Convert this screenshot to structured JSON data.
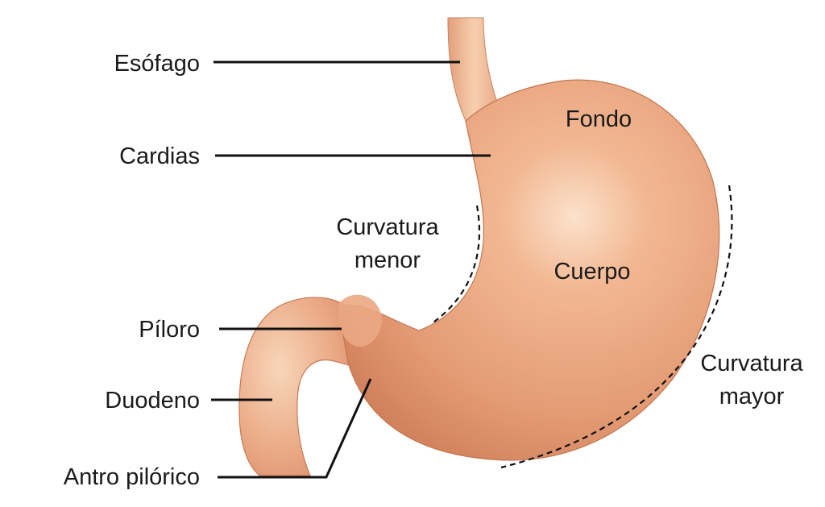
{
  "colors": {
    "organ_light": "#f6c8a4",
    "organ_mid": "#e9a27b",
    "organ_dark": "#c8704c",
    "edge": "#b86646",
    "line": "#111111"
  },
  "labels": {
    "esofago": "Esófago",
    "cardias": "Cardias",
    "fondo": "Fondo",
    "curvatura_menor_1": "Curvatura",
    "curvatura_menor_2": "menor",
    "cuerpo": "Cuerpo",
    "piloro": "Píloro",
    "duodeno": "Duodeno",
    "antro_pilorico": "Antro pilórico",
    "curvatura_mayor_1": "Curvatura",
    "curvatura_mayor_2": "mayor"
  }
}
